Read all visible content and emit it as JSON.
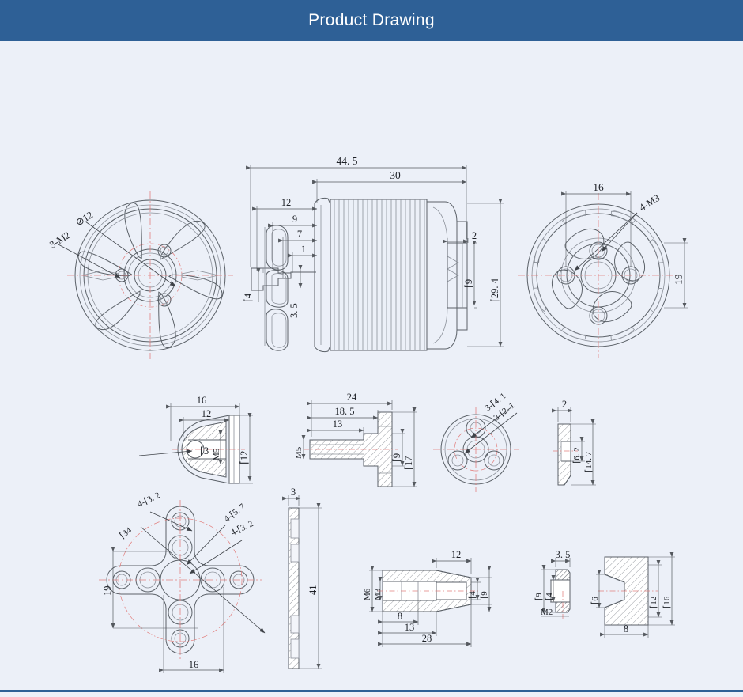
{
  "header": {
    "title": "Product Drawing",
    "bg_color": "#2e6096",
    "text_color": "#ffffff"
  },
  "page": {
    "bg_color": "#ecf0f8",
    "line_color": "#5b6168",
    "centerline_color": "#e2807f"
  },
  "drawing": {
    "title": "Product Drawing",
    "views": [
      {
        "name": "bell-end-front-view",
        "labels": [
          {
            "id": "bell-dia12",
            "text": "⊘12",
            "rotation": -32
          },
          {
            "id": "bell-3m2",
            "text": "3-M2",
            "rotation": -32
          }
        ]
      },
      {
        "name": "motor-side-section-view",
        "labels": [
          {
            "id": "len-44-5",
            "text": "44. 5"
          },
          {
            "id": "len-30",
            "text": "30"
          },
          {
            "id": "len-12",
            "text": "12"
          },
          {
            "id": "len-9",
            "text": "9"
          },
          {
            "id": "len-7",
            "text": "7"
          },
          {
            "id": "len-1",
            "text": "1"
          },
          {
            "id": "len-2",
            "text": "2"
          },
          {
            "id": "dia-4",
            "text": "⌈4",
            "rotation": -90
          },
          {
            "id": "len-3-5",
            "text": "3. 5",
            "rotation": -90
          },
          {
            "id": "dia-9",
            "text": "⌈9",
            "rotation": -90
          },
          {
            "id": "dia-29-4",
            "text": "⌈29. 4",
            "rotation": -90
          }
        ]
      },
      {
        "name": "base-mount-rear-view",
        "labels": [
          {
            "id": "base-16",
            "text": "16"
          },
          {
            "id": "base-19",
            "text": "19",
            "rotation": -90
          },
          {
            "id": "base-4m3",
            "text": "4-M3",
            "rotation": -32
          }
        ]
      },
      {
        "name": "prop-nut-cone-section",
        "labels": [
          {
            "id": "nut-16",
            "text": "16"
          },
          {
            "id": "nut-12",
            "text": "12"
          },
          {
            "id": "nut-dia3",
            "text": "⌈3"
          },
          {
            "id": "nut-m5",
            "text": "M5",
            "rotation": -90
          },
          {
            "id": "nut-dia12",
            "text": "⌈12",
            "rotation": -90
          }
        ]
      },
      {
        "name": "shaft-adapter-section",
        "labels": [
          {
            "id": "shaft-24",
            "text": "24"
          },
          {
            "id": "shaft-18-5",
            "text": "18. 5"
          },
          {
            "id": "shaft-13",
            "text": "13"
          },
          {
            "id": "shaft-m5",
            "text": "M5",
            "rotation": -90
          },
          {
            "id": "shaft-dia9",
            "text": "⌈9",
            "rotation": -90
          },
          {
            "id": "shaft-dia17",
            "text": "⌈17",
            "rotation": -90
          }
        ]
      },
      {
        "name": "shaft-adapter-face-view",
        "labels": [
          {
            "id": "face-3-dia4-1",
            "text": "3-⌈4. 1",
            "rotation": -38
          },
          {
            "id": "face-3-dia2-1",
            "text": "3-⌈2. 1",
            "rotation": -38
          }
        ]
      },
      {
        "name": "washer-section",
        "labels": [
          {
            "id": "washer-2",
            "text": "2"
          },
          {
            "id": "washer-dia6-2",
            "text": "⌈6. 2",
            "rotation": -90
          },
          {
            "id": "washer-dia14-7",
            "text": "⌈14. 7",
            "rotation": -90
          }
        ]
      },
      {
        "name": "x-mount-plate-front-view",
        "labels": [
          {
            "id": "mount-4-dia3-2-a",
            "text": "4-⌈3. 2",
            "rotation": -25
          },
          {
            "id": "mount-4-dia5-7",
            "text": "4-⌈5. 7",
            "rotation": -38
          },
          {
            "id": "mount-4-dia3-2-b",
            "text": "4-⌈3. 2",
            "rotation": -25
          },
          {
            "id": "mount-dia34",
            "text": "⌈34",
            "rotation": -38
          },
          {
            "id": "mount-19",
            "text": "19",
            "rotation": -90
          },
          {
            "id": "mount-16",
            "text": "16"
          }
        ]
      },
      {
        "name": "x-mount-plate-side-view",
        "labels": [
          {
            "id": "plate-3",
            "text": "3"
          },
          {
            "id": "plate-41",
            "text": "41",
            "rotation": -90
          }
        ]
      },
      {
        "name": "collet-shaft-section",
        "labels": [
          {
            "id": "collet-12",
            "text": "12"
          },
          {
            "id": "collet-m6",
            "text": "M6",
            "rotation": -90
          },
          {
            "id": "collet-m3",
            "text": "M3",
            "rotation": -90
          },
          {
            "id": "collet-dia4",
            "text": "⌈4",
            "rotation": -90
          },
          {
            "id": "collet-dia9",
            "text": "⌈9",
            "rotation": -90
          },
          {
            "id": "collet-8",
            "text": "8"
          },
          {
            "id": "collet-13",
            "text": "13"
          },
          {
            "id": "collet-28",
            "text": "28"
          }
        ]
      },
      {
        "name": "spacer-nut-section",
        "labels": [
          {
            "id": "spacer-3-5",
            "text": "3. 5"
          },
          {
            "id": "spacer-dia9",
            "text": "⌈9",
            "rotation": -90
          },
          {
            "id": "spacer-dia4",
            "text": "⌈4",
            "rotation": -90
          },
          {
            "id": "spacer-m2",
            "text": "M2"
          }
        ]
      },
      {
        "name": "cone-adapter-section",
        "labels": [
          {
            "id": "cone-dia6",
            "text": "⌈6",
            "rotation": -90
          },
          {
            "id": "cone-dia12",
            "text": "⌈12",
            "rotation": -90
          },
          {
            "id": "cone-dia16",
            "text": "⌈16",
            "rotation": -90
          },
          {
            "id": "cone-8",
            "text": "8"
          }
        ]
      }
    ]
  }
}
